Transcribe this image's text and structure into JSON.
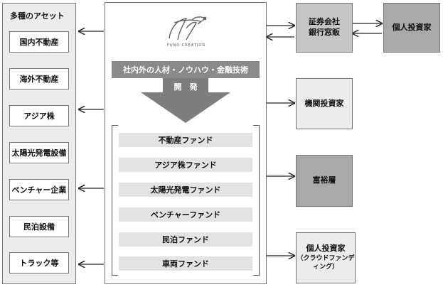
{
  "left_panel": {
    "title": "多種のアセット",
    "assets": [
      "国内不動産",
      "海外不動産",
      "アジア株",
      "太陽光発電設備",
      "ベンチャー企業",
      "民泊設備",
      "トラック等"
    ]
  },
  "center": {
    "logo_text": "FUND CREATION",
    "banner": "社内外の人材・ノウハウ・金融技術",
    "arrow_label": "開　発",
    "funds": [
      "不動産ファンド",
      "アジア株ファンド",
      "太陽光発電ファンド",
      "ベンチャーファンド",
      "民泊ファンド",
      "車両ファンド"
    ]
  },
  "right": {
    "securities": [
      "証券会社",
      "銀行窓販"
    ],
    "individual_investor": "個人投資家",
    "institutional": "機関投資家",
    "wealthy": "富裕層",
    "crowd_investor": [
      "個人投資家",
      "（クラウドファンディング）"
    ]
  },
  "colors": {
    "dark_box": "#a9a9a9",
    "mid_box": "#c6c6c6",
    "light_box": "#ececec",
    "banner": "#8a8a8a",
    "fund_bar": "#e3e3e3"
  }
}
